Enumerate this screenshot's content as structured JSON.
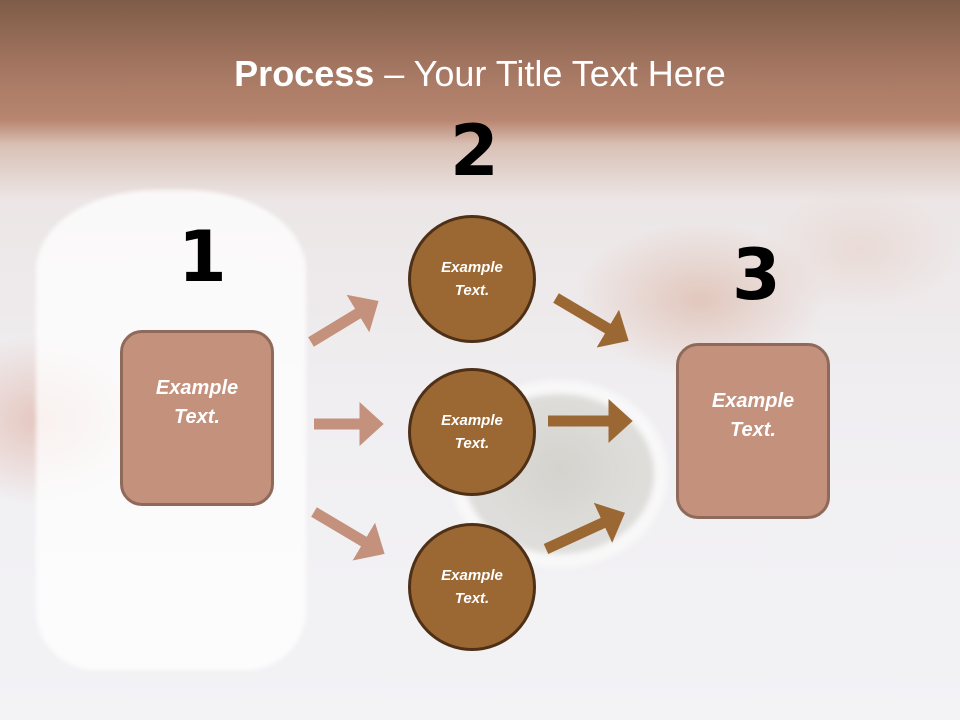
{
  "title": {
    "bold": "Process",
    "rest": " – Your Title Text Here"
  },
  "steps": {
    "one": {
      "number": "1",
      "box_line1": "Example",
      "box_line2": "Text."
    },
    "two": {
      "number": "2",
      "circles": [
        {
          "line1": "Example",
          "line2": "Text."
        },
        {
          "line1": "Example",
          "line2": "Text."
        },
        {
          "line1": "Example",
          "line2": "Text."
        }
      ]
    },
    "three": {
      "number": "3",
      "box_line1": "Example",
      "box_line2": "Text."
    }
  },
  "colors": {
    "header_top": "#7e5c47",
    "box_fill": "#c3917c",
    "box_border": "#8f6a5a",
    "circle_fill": "#9b6834",
    "circle_border": "#4e3016",
    "arrow_light": "#c3917c",
    "arrow_dark": "#9b6834"
  }
}
